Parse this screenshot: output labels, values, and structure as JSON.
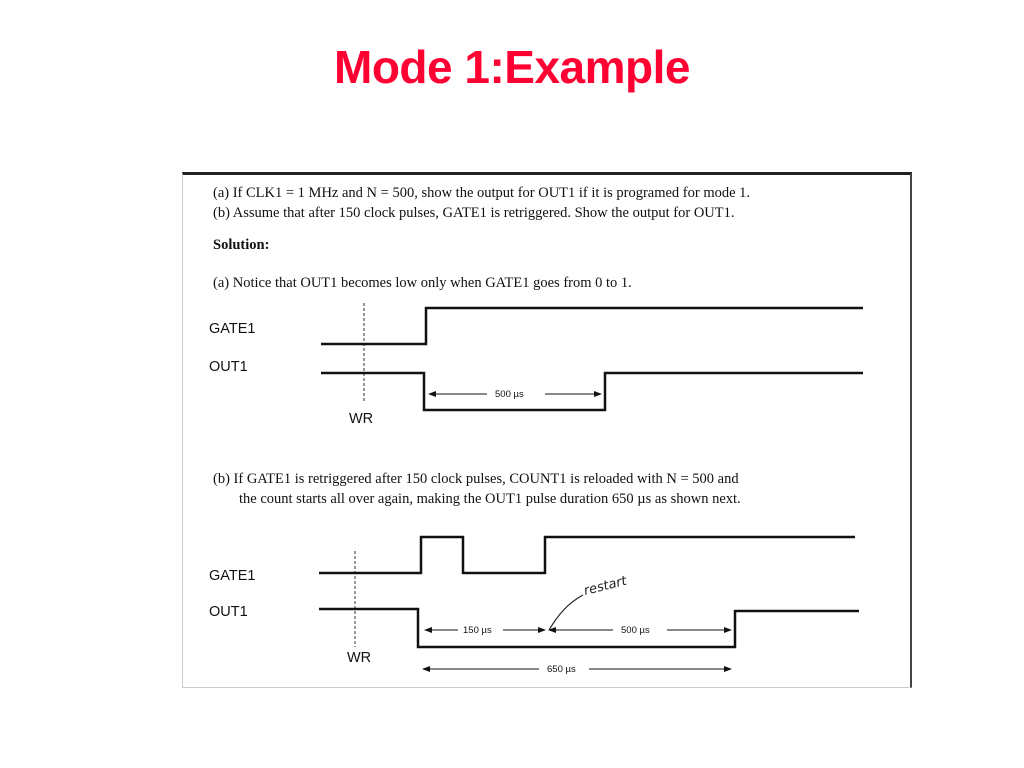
{
  "slide": {
    "title": "Mode 1:Example"
  },
  "figure": {
    "question_a": "(a)  If CLK1 = 1 MHz and N = 500, show the output for OUT1 if it is programed for mode 1.",
    "question_b": "(b)  Assume that after 150 clock pulses, GATE1 is retriggered. Show the output for OUT1.",
    "solution_heading": "Solution:",
    "answer_a": "(a)  Notice that OUT1 becomes low only when GATE1 goes from 0 to 1.",
    "answer_b_line1": "(b)  If GATE1 is retriggered after 150 clock pulses, COUNT1 is reloaded with N = 500 and",
    "answer_b_line2": "the count starts all over again, making the OUT1 pulse duration 650 µs as shown next.",
    "diagram_a": {
      "gate_label": "GATE1",
      "out_label": "OUT1",
      "wr_label": "WR",
      "pulse_label": "500 µs"
    },
    "diagram_b": {
      "gate_label": "GATE1",
      "out_label": "OUT1",
      "wr_label": "WR",
      "first_label": "150 µs",
      "second_label": "500 µs",
      "total_label": "650 µs",
      "note": "restart"
    }
  }
}
